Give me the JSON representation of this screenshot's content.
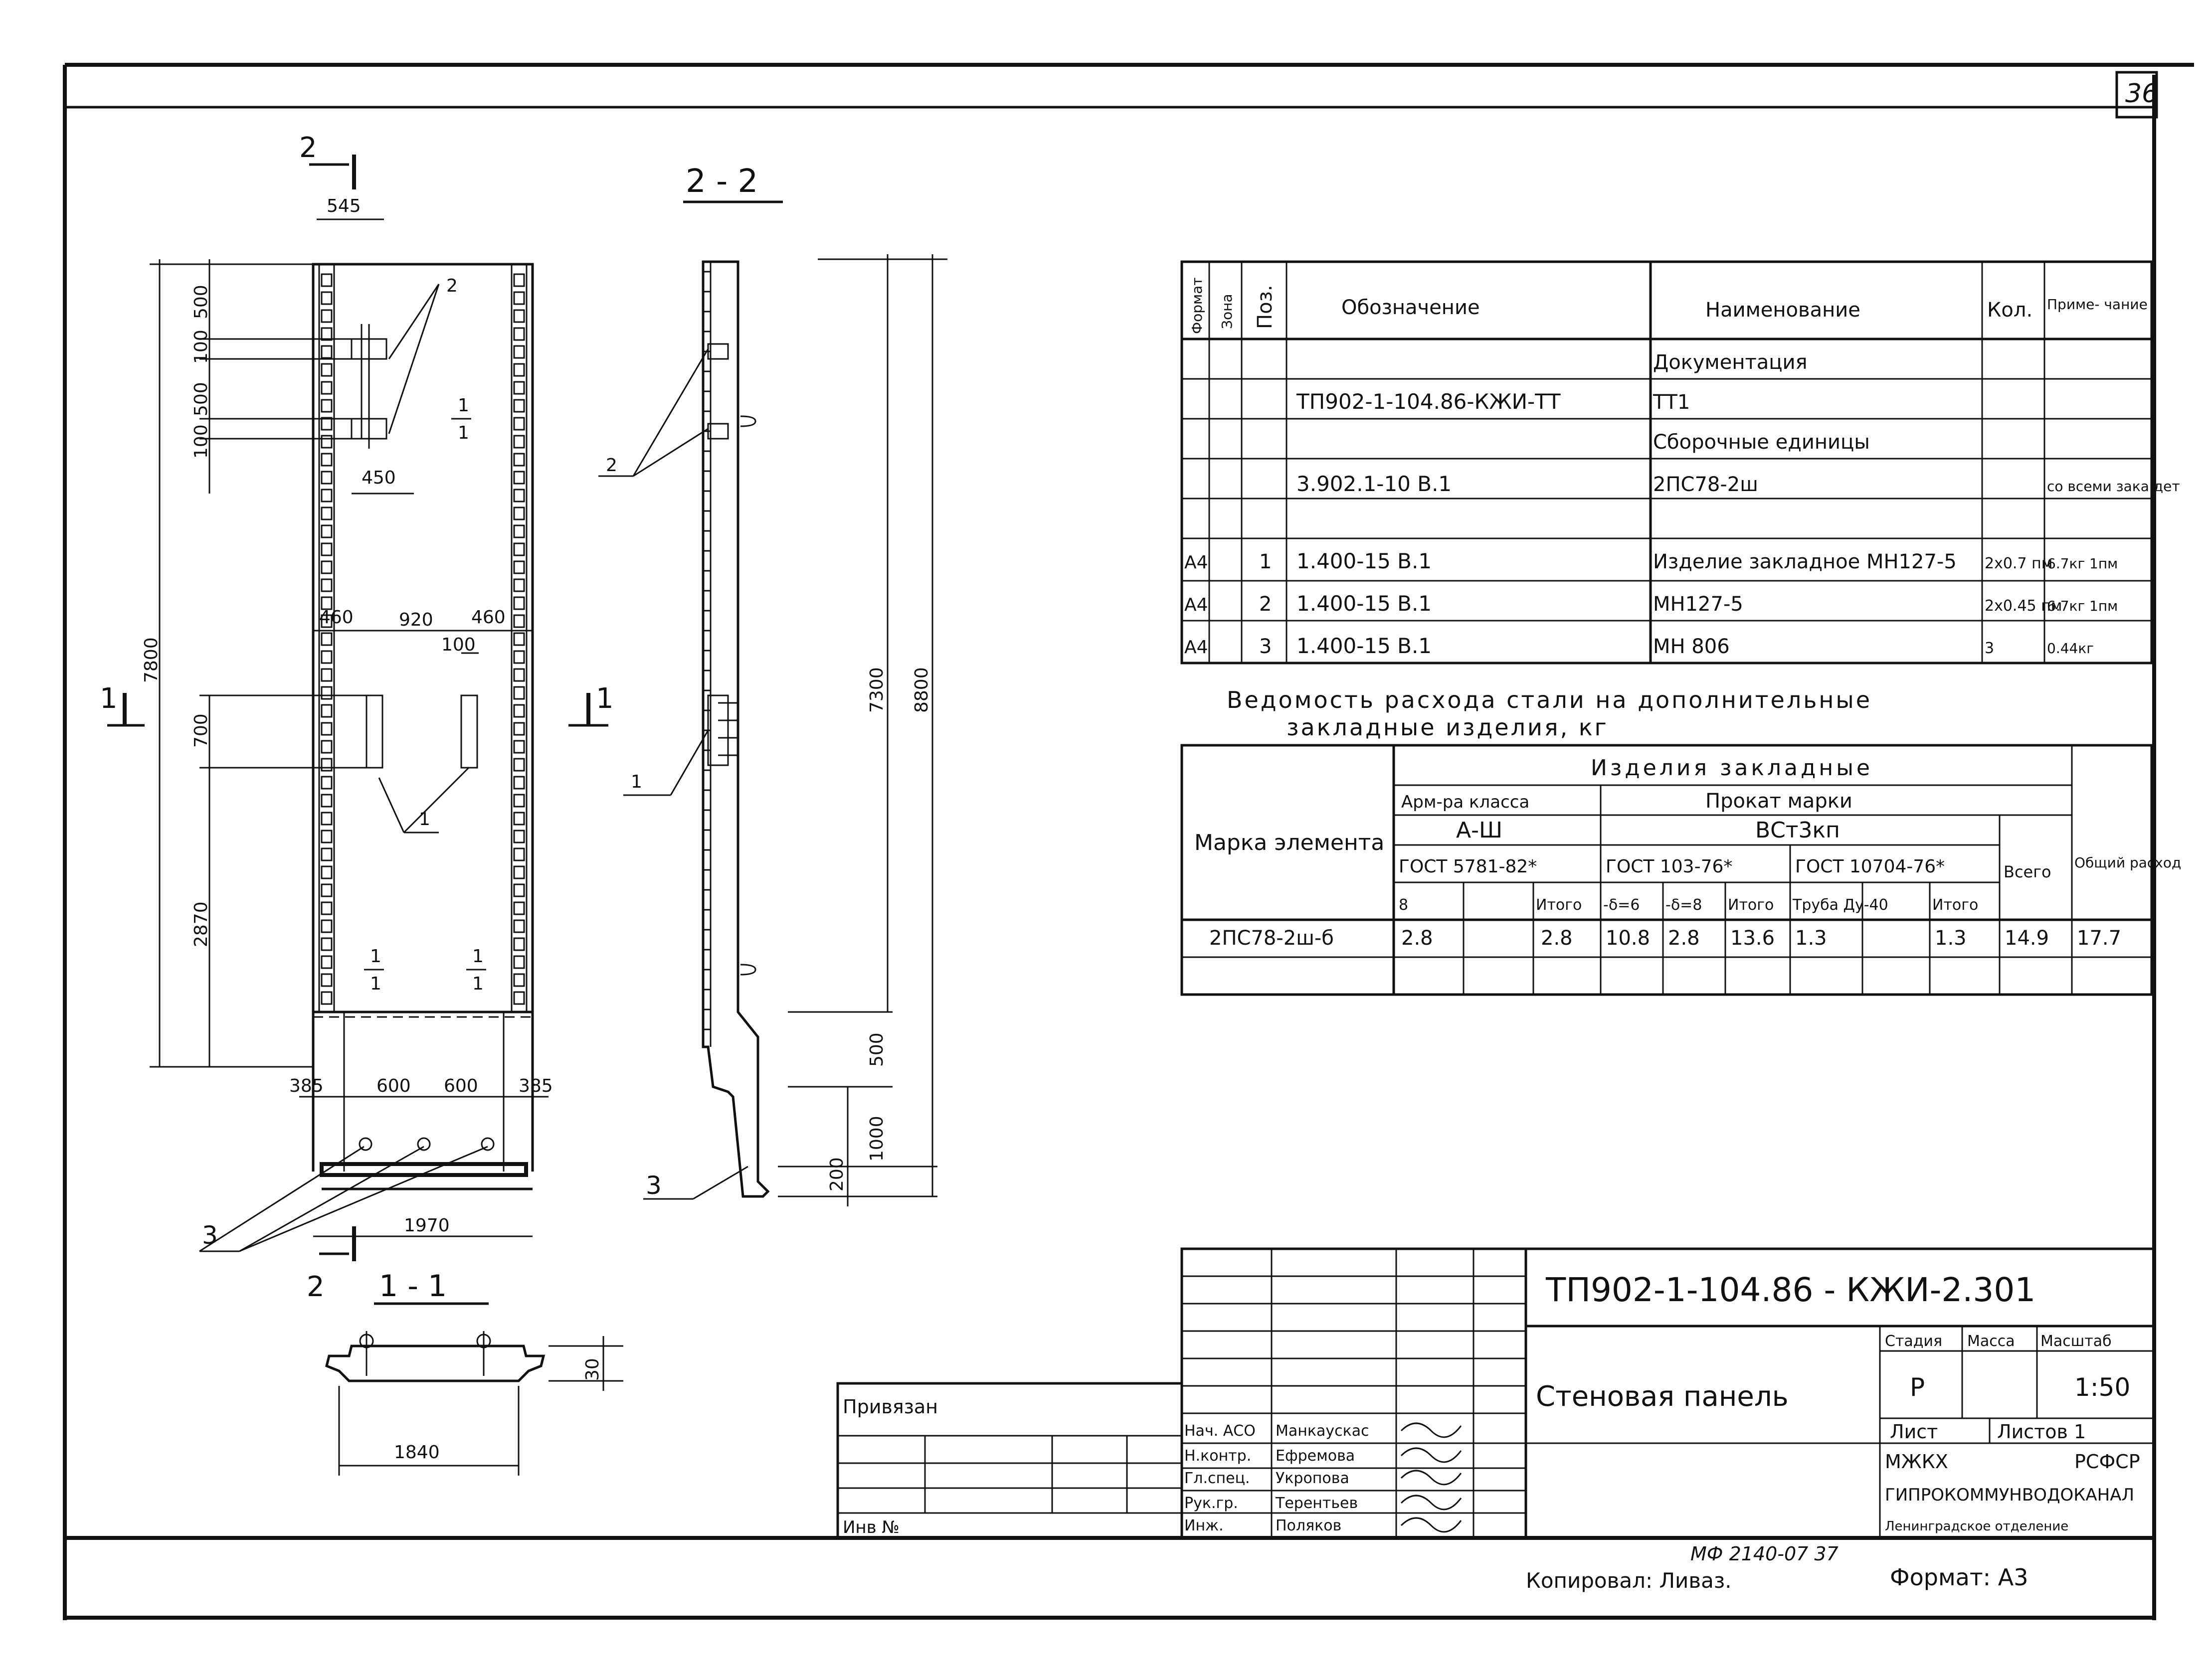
{
  "sheet": {
    "page_number": "36",
    "copied_by": "Копировал: Ливаз.",
    "format": "Формат: А3",
    "stamp_number": "МФ 2140-07 37"
  },
  "title_block": {
    "code": "ТП902-1-104.86 - КЖИ-2.301",
    "title": "Стеновая панель",
    "stage_header": "Стадия",
    "mass_header": "Масса",
    "scale_header": "Масштаб",
    "stage": "Р",
    "scale": "1:50",
    "sheet_label": "Лист",
    "sheets_label": "Листов 1",
    "org_1": "МЖКХ",
    "org_country": "РСФСР",
    "org_2": "ГИПРОКОММУНВОДОКАНАЛ",
    "org_3": "Ленинградское отделение",
    "bound": "Привязан",
    "inv_no": "Инв №",
    "signers": [
      {
        "role": "Нач. АСО",
        "name": "Манкаускас"
      },
      {
        "role": "Н.контр.",
        "name": "Ефремова"
      },
      {
        "role": "Гл.спец.",
        "name": "Укропова"
      },
      {
        "role": "Рук.гр.",
        "name": "Терентьев"
      },
      {
        "role": "Инж.",
        "name": "Поляков"
      }
    ]
  },
  "spec": {
    "headers": {
      "format": "Формат",
      "zone": "Зона",
      "pos": "Поз.",
      "designation": "Обозначение",
      "name": "Наименование",
      "qty": "Кол.",
      "note": "Приме- чание"
    },
    "rows": [
      {
        "format": "",
        "pos": "",
        "designation": "",
        "name": "Документация",
        "qty": "",
        "note": ""
      },
      {
        "format": "",
        "pos": "",
        "designation": "ТП902-1-104.86-КЖИ-ТТ",
        "name": "ТТ1",
        "qty": "",
        "note": ""
      },
      {
        "format": "",
        "pos": "",
        "designation": "",
        "name": "Сборочные единицы",
        "qty": "",
        "note": ""
      },
      {
        "format": "",
        "pos": "",
        "designation": "3.902.1-10 В.1",
        "name": "2ПС78-2ш",
        "qty": "",
        "note": "со всеми зака дет"
      },
      {
        "format": "",
        "pos": "",
        "designation": "",
        "name": "",
        "qty": "",
        "note": ""
      },
      {
        "format": "А4",
        "pos": "1",
        "designation": "1.400-15 В.1",
        "name": "Изделие закладное МН127-5",
        "qty": "2х0.7 пм",
        "note": "6.7кг 1пм"
      },
      {
        "format": "А4",
        "pos": "2",
        "designation": "1.400-15 В.1",
        "name": "МН127-5",
        "qty": "2х0.45 пм",
        "note": "6.7кг 1пм"
      },
      {
        "format": "А4",
        "pos": "3",
        "designation": "1.400-15 В.1",
        "name": "МН 806",
        "qty": "3",
        "note": "0.44кг"
      }
    ]
  },
  "steel": {
    "caption_1": "Ведомость расхода стали на дополнительные",
    "caption_2": "закладные изделия, кг",
    "mark_header": "Марка элемента",
    "items_header": "Изделия закладные",
    "rebar_class": "Арм-ра класса",
    "rolled_grade": "Прокат марки",
    "a3": "А-Ш",
    "steel": "ВСт3кп",
    "gost_1": "ГОСТ 5781-82*",
    "gost_2": "ГОСТ 103-76*",
    "gost_3": "ГОСТ 10704-76*",
    "total": "Всего",
    "overall": "Общий расход",
    "sub": [
      "8",
      "",
      "Итого",
      "-δ=6",
      "-δ=8",
      "Итого",
      "Труба Ду-40",
      "",
      "Итого"
    ],
    "row": {
      "mark": "2ПС78-2ш-б",
      "values": [
        "2.8",
        "",
        "2.8",
        "10.8",
        "2.8",
        "13.6",
        "1.3",
        "",
        "1.3",
        "14.9",
        "17.7"
      ]
    }
  },
  "drawing": {
    "section_2_2": "2 - 2",
    "section_1_1": "1 - 1",
    "dims": {
      "d545": "545",
      "d500a": "500",
      "d100a": "100",
      "d500b": "500",
      "d100b": "100",
      "d450": "450",
      "d7800": "7800",
      "d460a": "460",
      "d920": "920",
      "d460b": "460",
      "d100c": "100",
      "d700": "700",
      "d2870": "2870",
      "d385a": "385",
      "d600a": "600",
      "d600b": "600",
      "d385b": "385",
      "d1970": "1970",
      "d1840": "1840",
      "d30": "30",
      "d7300": "7300",
      "d8800": "8800",
      "d500c": "500",
      "d1000": "1000",
      "d200": "200"
    },
    "labels": {
      "l1": "1",
      "l2": "2",
      "l3": "3",
      "one": "1",
      "two": "2",
      "frac_num": "1",
      "frac_den": "1"
    }
  }
}
